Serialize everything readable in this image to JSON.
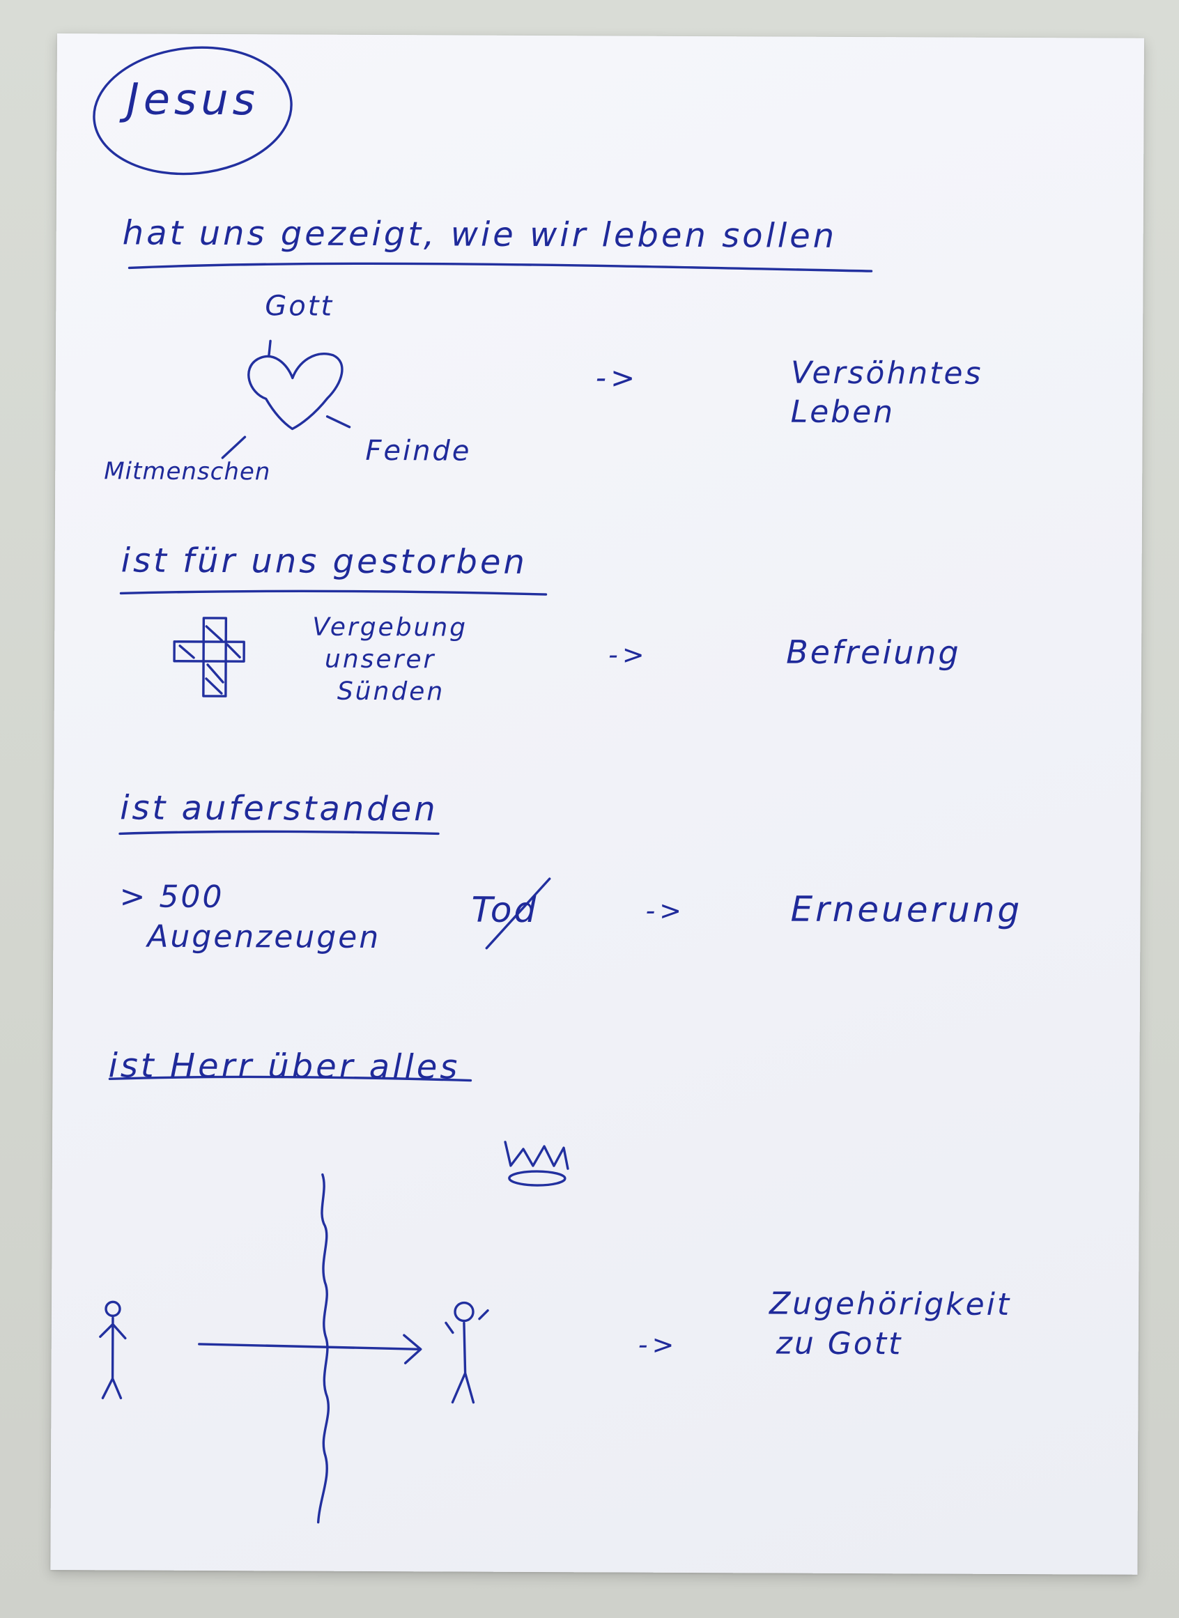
{
  "title": "Jesus",
  "sections": [
    {
      "heading": "hat uns gezeigt, wie wir leben sollen",
      "diagram": {
        "top": "Gott",
        "left": "Mitmenschen",
        "right": "Feinde"
      },
      "arrow": "->",
      "result": [
        "Versöhntes",
        "Leben"
      ]
    },
    {
      "heading": "ist für uns gestorben",
      "note": [
        "Vergebung",
        "unserer",
        "Sünden"
      ],
      "arrow": "->",
      "result": [
        "Befreiung"
      ]
    },
    {
      "heading": "ist auferstanden",
      "witnesses": [
        "> 500",
        "Augenzeugen"
      ],
      "crossed_word": "Tod",
      "arrow": "->",
      "result": [
        "Erneuerung"
      ]
    },
    {
      "heading": "ist Herr über alles",
      "arrow": "->",
      "result": [
        "Zugehörigkeit",
        "zu Gott"
      ]
    }
  ]
}
